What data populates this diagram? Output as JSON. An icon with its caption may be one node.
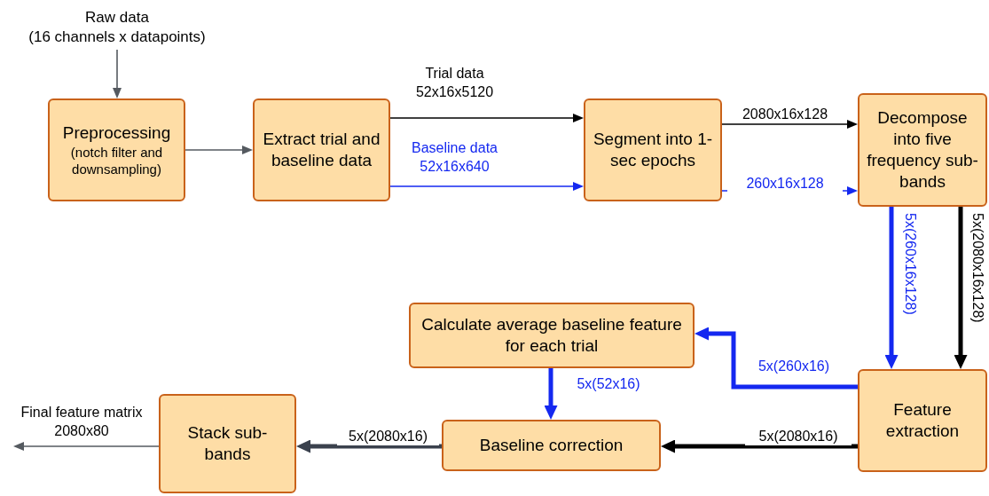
{
  "diagram": {
    "nodes": [
      {
        "text": [
          "Raw data",
          "(16 channels x datapoints)"
        ]
      },
      {
        "text": [
          "Preprocessing",
          "(notch filter and downsampling)"
        ]
      },
      {
        "text": [
          "Extract trial and baseline data"
        ]
      },
      {
        "text": [
          "Segment into 1-sec epochs"
        ]
      },
      {
        "text": [
          "Decompose into five frequency sub-bands"
        ]
      },
      {
        "text": [
          "Calculate average baseline feature for each trial"
        ]
      },
      {
        "text": [
          "Feature extraction"
        ]
      },
      {
        "text": [
          "Baseline correction"
        ]
      },
      {
        "text": [
          "Stack sub-bands"
        ]
      }
    ],
    "edges": [
      {
        "from": 0,
        "to": 1,
        "arrow": "to",
        "color": "#555a60"
      },
      {
        "from": 1,
        "to": 2,
        "arrow": "to",
        "color": "#555a60"
      },
      {
        "from": 2,
        "to": 3,
        "arrow": "to",
        "label": "Trial data 52x16x5120",
        "color": "#000000"
      },
      {
        "from": 2,
        "to": 3,
        "arrow": "to",
        "label": "Baseline data 52x16x640",
        "color": "#1428f0"
      },
      {
        "from": 3,
        "to": 4,
        "arrow": "to",
        "label": "2080x16x128",
        "color": "#000000"
      },
      {
        "from": 3,
        "to": 4,
        "arrow": "to",
        "label": "260x16x128",
        "color": "#1428f0"
      },
      {
        "from": 4,
        "to": 6,
        "arrow": "to",
        "label": "5x(260x16x128)",
        "style": "thick",
        "color": "#1428f0"
      },
      {
        "from": 4,
        "to": 6,
        "arrow": "to",
        "label": "5x(2080x16x128)",
        "style": "thick",
        "color": "#000000"
      },
      {
        "from": 6,
        "to": 5,
        "arrow": "to",
        "label": "5x(260x16)",
        "style": "thick",
        "color": "#1428f0"
      },
      {
        "from": 5,
        "to": 7,
        "arrow": "to",
        "label": "5x(52x16)",
        "style": "thick",
        "color": "#1428f0"
      },
      {
        "from": 6,
        "to": 7,
        "arrow": "to",
        "label": "5x(2080x16)",
        "style": "thick",
        "color": "#000000"
      },
      {
        "from": 7,
        "to": 8,
        "arrow": "to",
        "label": "5x(2080x16)",
        "style": "thick",
        "color": "#3a414d"
      },
      {
        "from": 8,
        "to": null,
        "arrow": "to",
        "label": "Final feature matrix 2080x80",
        "color": "#555a60"
      }
    ]
  }
}
